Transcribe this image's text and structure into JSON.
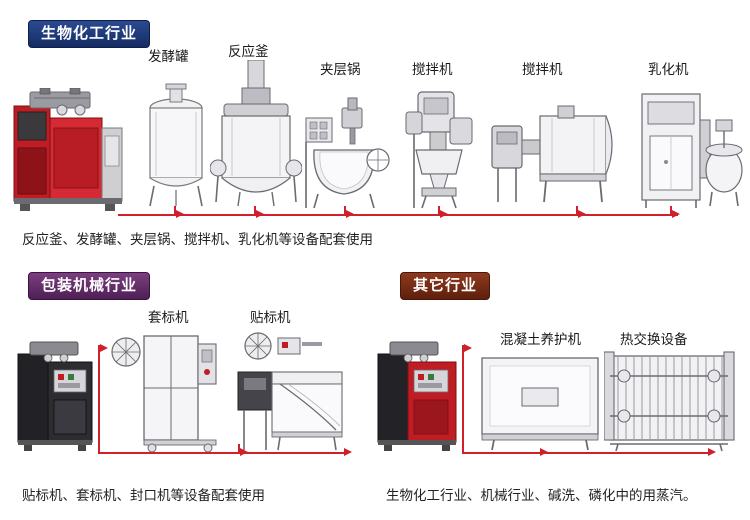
{
  "sections": [
    {
      "id": "bio-chem",
      "badge": "生物化工行业",
      "badge_color": "#1f3a7a",
      "caption": "反应釜、发酵罐、夹层锅、搅拌机、乳化机等设备配套使用",
      "items": [
        {
          "label": "发酵罐",
          "icon": "fermentation-tank-icon"
        },
        {
          "label": "反应釜",
          "icon": "reaction-kettle-icon"
        },
        {
          "label": "夹层锅",
          "icon": "jacketed-pot-icon"
        },
        {
          "label": "搅拌机",
          "icon": "mixer-icon"
        },
        {
          "label": "搅拌机",
          "icon": "horizontal-mixer-icon"
        },
        {
          "label": "乳化机",
          "icon": "emulsifier-icon"
        }
      ]
    },
    {
      "id": "packaging",
      "badge": "包装机械行业",
      "badge_color": "#7b3f7f",
      "caption": "贴标机、套标机、封口机等设备配套使用",
      "items": [
        {
          "label": "套标机",
          "icon": "sleeve-labeling-machine-icon"
        },
        {
          "label": "贴标机",
          "icon": "labeling-machine-icon"
        }
      ]
    },
    {
      "id": "others",
      "badge": "其它行业",
      "badge_color": "#8f3a1f",
      "caption": "生物化工行业、机械行业、碱洗、磷化中的用蒸汽。",
      "items": [
        {
          "label": "混凝土养护机",
          "icon": "concrete-curing-machine-icon"
        },
        {
          "label": "热交换设备",
          "icon": "heat-exchanger-icon"
        }
      ]
    }
  ],
  "boiler": {
    "icon": "steam-boiler-icon",
    "accent_color": "#d0202a"
  },
  "arrow_color": "#d0202a"
}
